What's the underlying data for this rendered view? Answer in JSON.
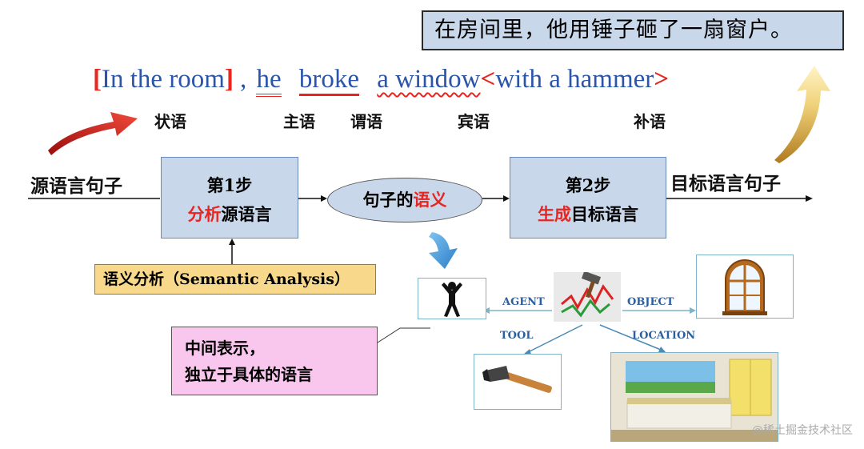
{
  "translation": "在房间里，他用锤子砸了一扇窗户。",
  "sentence": {
    "open_bracket": "[",
    "adverbial": "In the room",
    "close_bracket": "]",
    "comma": ",",
    "subject": "he",
    "predicate": "broke",
    "object": "a window",
    "open_angle": "<",
    "complement": "with a hammer",
    "close_angle": ">"
  },
  "roles": {
    "adverbial": "状语",
    "subject": "主语",
    "predicate": "谓语",
    "object": "宾语",
    "complement": "补语"
  },
  "flow": {
    "source": "源语言句子",
    "target": "目标语言句子",
    "step1": {
      "title": "第1步",
      "action": "分析",
      "rest": "源语言"
    },
    "meaning": {
      "prefix": "句子的",
      "highlight": "语义"
    },
    "step2": {
      "title": "第2步",
      "action": "生成",
      "rest": "目标语言"
    },
    "analysis": "语义分析（Semantic Analysis）"
  },
  "intermediate": {
    "line1": "中间表示，",
    "line2": "独立于具体的语言"
  },
  "relations": {
    "agent": "AGENT",
    "object": "OBJECT",
    "tool": "TOOL",
    "location": "LOCATION"
  },
  "watermark": "@稀土掘金技术社区",
  "colors": {
    "accent_red": "#e8251e",
    "text_blue": "#2a55a8",
    "box_blue": "#c9d7ea",
    "box_yellow": "#f8d98c",
    "box_pink": "#f9c6ee"
  }
}
